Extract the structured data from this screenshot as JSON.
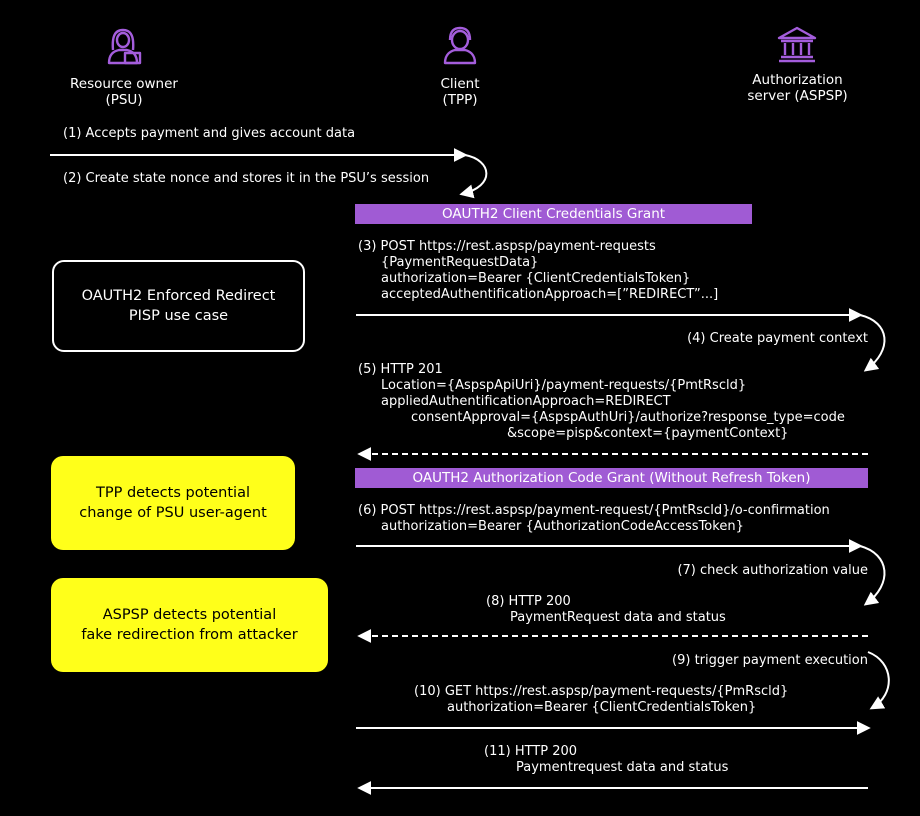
{
  "colors": {
    "background": "#000000",
    "line": "#ffffff",
    "band": "#a05bd4",
    "note": "#ffff1a",
    "icon": "#a45ddc"
  },
  "actors": {
    "resource_owner": {
      "icon": "woman-at-laptop-icon",
      "line1": "Resource owner",
      "line2": "(PSU)"
    },
    "client": {
      "icon": "person-icon",
      "line1": "Client",
      "line2": "(TPP)"
    },
    "authorization_server": {
      "icon": "bank-building-icon",
      "line1": "Authorization",
      "line2": "server (ASPSP)"
    }
  },
  "bands": {
    "client_credentials": "OAUTH2 Client Credentials Grant",
    "authorization_code": "OAUTH2 Authorization Code Grant (Without Refresh Token)"
  },
  "notes": {
    "enforced_redirect": "OAUTH2 Enforced Redirect\nPISP use case",
    "tpp_detects": "TPP detects potential\nchange of PSU user-agent",
    "aspsp_detects": "ASPSP detects potential\nfake redirection from attacker"
  },
  "steps": {
    "s1": "(1) Accepts payment and gives account data",
    "s2": "(2) Create state nonce and stores it in the PSU’s session",
    "s3": {
      "l1": "(3) POST https://rest.aspsp/payment-requests",
      "l2": "{PaymentRequestData}",
      "l3": "authorization=Bearer {ClientCredentialsToken}",
      "l4": "acceptedAuthentificationApproach=[”REDIRECT”...]"
    },
    "s4": "(4) Create payment context",
    "s5": {
      "l1": "(5) HTTP 201",
      "l2": "Location={AspspApiUri}/payment-requests/{PmtRscld}",
      "l3": "appliedAuthentificationApproach=REDIRECT",
      "l4": "consentApproval={AspspAuthUri}/authorize?response_type=code",
      "l5": "&scope=pisp&context={paymentContext}"
    },
    "s6": {
      "l1": "(6) POST https://rest.aspsp/payment-request/{PmtRscld}/o-confirmation",
      "l2": "authorization=Bearer {AuthorizationCodeAccessToken}"
    },
    "s7": "(7) check authorization value",
    "s8": {
      "l1": "(8) HTTP 200",
      "l2": "PaymentRequest data and status"
    },
    "s9": "(9) trigger payment execution",
    "s10": {
      "l1": "(10) GET https://rest.aspsp/payment-requests/{PmRscld}",
      "l2": "authorization=Bearer {ClientCredentialsToken}"
    },
    "s11": {
      "l1": "(11) HTTP 200",
      "l2": "Paymentrequest data and status"
    }
  }
}
